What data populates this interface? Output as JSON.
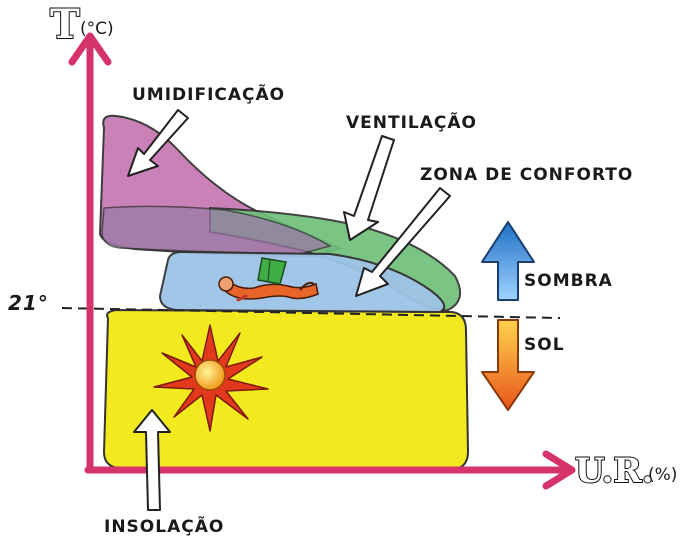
{
  "y_axis": {
    "title": "T",
    "unit": "(°C)"
  },
  "x_axis": {
    "title": "U.R.",
    "unit": "(%)"
  },
  "threshold_label": "21°",
  "labels": {
    "umidificacao": "UMIDIFICAÇÃO",
    "ventilacao": "VENTILAÇÃO",
    "zona_conforto": "ZONA DE CONFORTO",
    "sombra": "SOMBRA",
    "sol": "SOL",
    "insolacao": "INSOLAÇÃO"
  },
  "colors": {
    "axis": "#d6336c",
    "umidificacao": "#c77bb5",
    "ventilacao": "#6fbf7a",
    "zona_conforto": "#9ec3e6",
    "insolacao": "#f2ea1f",
    "sombra_arrow": "#2b7fd1",
    "sol_arrow": "#f07a1a"
  },
  "icons": [
    "sun-icon",
    "person-reading-icon"
  ]
}
